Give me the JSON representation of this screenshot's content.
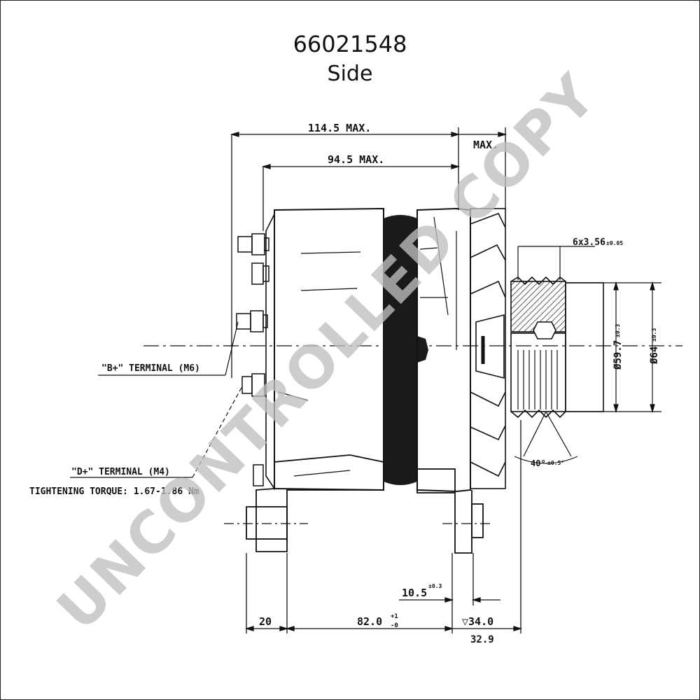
{
  "header": {
    "part_number": "66021548",
    "view": "Side"
  },
  "dimensions": {
    "overall_length": "114.5 MAX.",
    "body_length": "94.5 MAX.",
    "top_right": "MAX.",
    "pulley_groove": "6x3.56",
    "pulley_groove_tol": "±0.05",
    "pulley_dia_inner": "Ø59.7",
    "pulley_dia_inner_tol": "±0.3",
    "pulley_dia_outer": "Ø64",
    "pulley_dia_outer_tol": "±0.3",
    "groove_angle": "40°",
    "groove_angle_tol": "±0.5°",
    "offset": "10.5",
    "offset_tol": "±0.3",
    "mount_width": "20",
    "mount_spacing": "82.0",
    "mount_spacing_tol_upper": "+1",
    "mount_spacing_tol_lower": "-0",
    "pulley_offset": "▽34.0",
    "pulley_offset_2": "32.9"
  },
  "labels": {
    "b_plus_terminal": "\"B+\" TERMINAL (M6)",
    "d_plus_terminal": "\"D+\" TERMINAL (M4)",
    "tightening_torque": "TIGHTENING TORQUE: 1.67-1.86 Nm"
  },
  "watermark": {
    "text": "UNCONTROLLED COPY"
  }
}
